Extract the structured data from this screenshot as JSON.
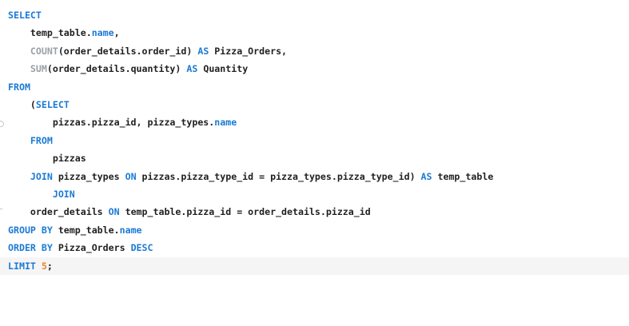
{
  "code": {
    "colors": {
      "keyword": "#1a7ad4",
      "function": "#9aa0a6",
      "number": "#e8862f",
      "text": "#1f1f1f"
    },
    "lines": [
      [
        {
          "t": "SELECT",
          "c": "kw"
        }
      ],
      [
        {
          "t": "    temp_table.",
          "c": "plain"
        },
        {
          "t": "name",
          "c": "kw"
        },
        {
          "t": ",",
          "c": "plain"
        }
      ],
      [
        {
          "t": "    ",
          "c": "plain"
        },
        {
          "t": "COUNT",
          "c": "fn"
        },
        {
          "t": "(order_details.order_id) ",
          "c": "plain"
        },
        {
          "t": "AS",
          "c": "kw"
        },
        {
          "t": " Pizza_Orders,",
          "c": "plain"
        }
      ],
      [
        {
          "t": "    ",
          "c": "plain"
        },
        {
          "t": "SUM",
          "c": "fn"
        },
        {
          "t": "(order_details.quantity) ",
          "c": "plain"
        },
        {
          "t": "AS",
          "c": "kw"
        },
        {
          "t": " Quantity",
          "c": "plain"
        }
      ],
      [
        {
          "t": "FROM",
          "c": "kw"
        }
      ],
      [
        {
          "t": "    (",
          "c": "plain"
        },
        {
          "t": "SELECT",
          "c": "kw"
        }
      ],
      [
        {
          "t": "        pizzas.pizza_id, pizza_types.",
          "c": "plain"
        },
        {
          "t": "name",
          "c": "kw"
        }
      ],
      [
        {
          "t": "    ",
          "c": "plain"
        },
        {
          "t": "FROM",
          "c": "kw"
        }
      ],
      [
        {
          "t": "        pizzas",
          "c": "plain"
        }
      ],
      [
        {
          "t": "    ",
          "c": "plain"
        },
        {
          "t": "JOIN",
          "c": "kw"
        },
        {
          "t": " pizza_types ",
          "c": "plain"
        },
        {
          "t": "ON",
          "c": "kw"
        },
        {
          "t": " pizzas.pizza_type_id = pizza_types.pizza_type_id) ",
          "c": "plain"
        },
        {
          "t": "AS",
          "c": "kw"
        },
        {
          "t": " temp_table",
          "c": "plain"
        }
      ],
      [
        {
          "t": "        ",
          "c": "plain"
        },
        {
          "t": "JOIN",
          "c": "kw"
        }
      ],
      [
        {
          "t": "    order_details ",
          "c": "plain"
        },
        {
          "t": "ON",
          "c": "kw"
        },
        {
          "t": " temp_table.pizza_id = order_details.pizza_id",
          "c": "plain"
        }
      ],
      [
        {
          "t": "GROUP BY",
          "c": "kw"
        },
        {
          "t": " temp_table.",
          "c": "plain"
        },
        {
          "t": "name",
          "c": "kw"
        }
      ],
      [
        {
          "t": "ORDER BY",
          "c": "kw"
        },
        {
          "t": " Pizza_Orders ",
          "c": "plain"
        },
        {
          "t": "DESC",
          "c": "kw"
        }
      ],
      [
        {
          "t": "LIMIT",
          "c": "kw"
        },
        {
          "t": " ",
          "c": "plain"
        },
        {
          "t": "5",
          "c": "num"
        },
        {
          "t": ";",
          "c": "plain"
        }
      ]
    ]
  }
}
